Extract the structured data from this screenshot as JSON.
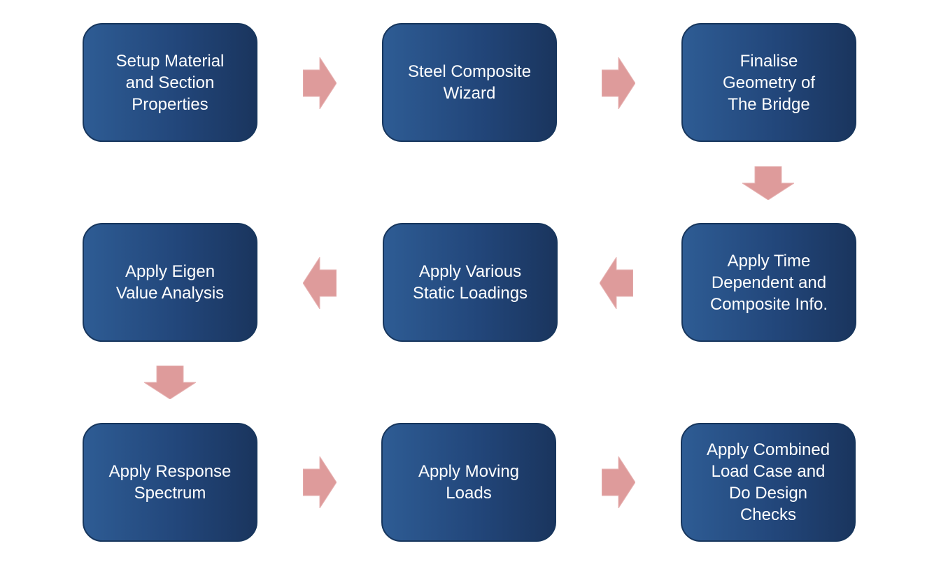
{
  "colors": {
    "box_dark": "#1a355e",
    "box_light": "#2e5c94",
    "box_border": "#17365d",
    "box_text": "#ffffff",
    "arrow_fill": "#de9b9b",
    "arrow_stroke": "#e7b4b4"
  },
  "steps": [
    {
      "label": "Setup Material\nand Section\nProperties"
    },
    {
      "label": "Steel Composite\nWizard"
    },
    {
      "label": "Finalise\nGeometry of\nThe Bridge"
    },
    {
      "label": "Apply Time\nDependent and\nComposite Info."
    },
    {
      "label": "Apply Various\nStatic Loadings"
    },
    {
      "label": "Apply Eigen\nValue Analysis"
    },
    {
      "label": "Apply Response\nSpectrum"
    },
    {
      "label": "Apply Moving\nLoads"
    },
    {
      "label": "Apply Combined\nLoad Case and\nDo Design\nChecks"
    }
  ],
  "arrows": [
    {
      "icon": "arrow-right-icon"
    },
    {
      "icon": "arrow-right-icon"
    },
    {
      "icon": "arrow-down-icon"
    },
    {
      "icon": "arrow-left-icon"
    },
    {
      "icon": "arrow-left-icon"
    },
    {
      "icon": "arrow-down-icon"
    },
    {
      "icon": "arrow-right-icon"
    },
    {
      "icon": "arrow-right-icon"
    }
  ]
}
